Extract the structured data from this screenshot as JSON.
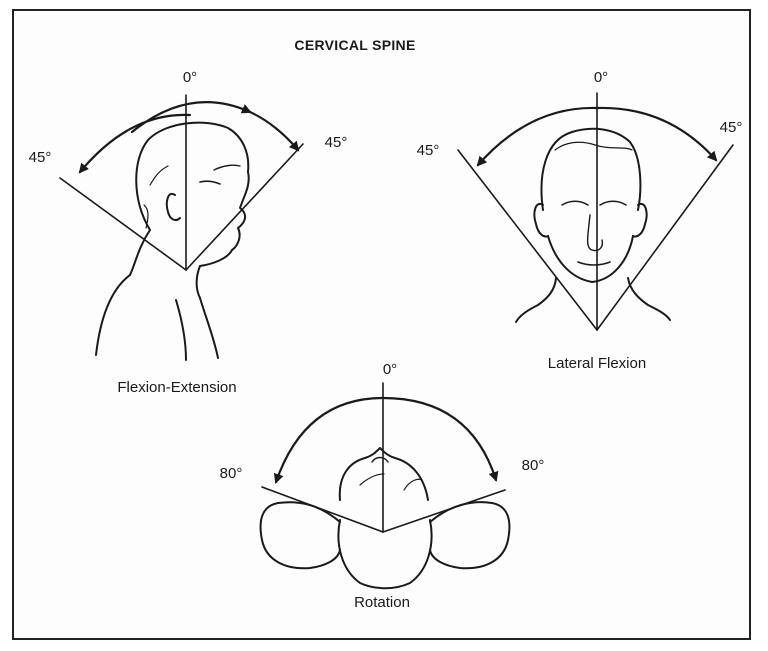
{
  "title": "CERVICAL SPINE",
  "panels": {
    "flexion_extension": {
      "caption": "Flexion-Extension",
      "top": "0°",
      "left": "45°",
      "right": "45°"
    },
    "lateral_flexion": {
      "caption": "Lateral Flexion",
      "top": "0°",
      "left": "45°",
      "right": "45°"
    },
    "rotation": {
      "caption": "Rotation",
      "top": "0°",
      "left": "80°",
      "right": "80°"
    }
  }
}
